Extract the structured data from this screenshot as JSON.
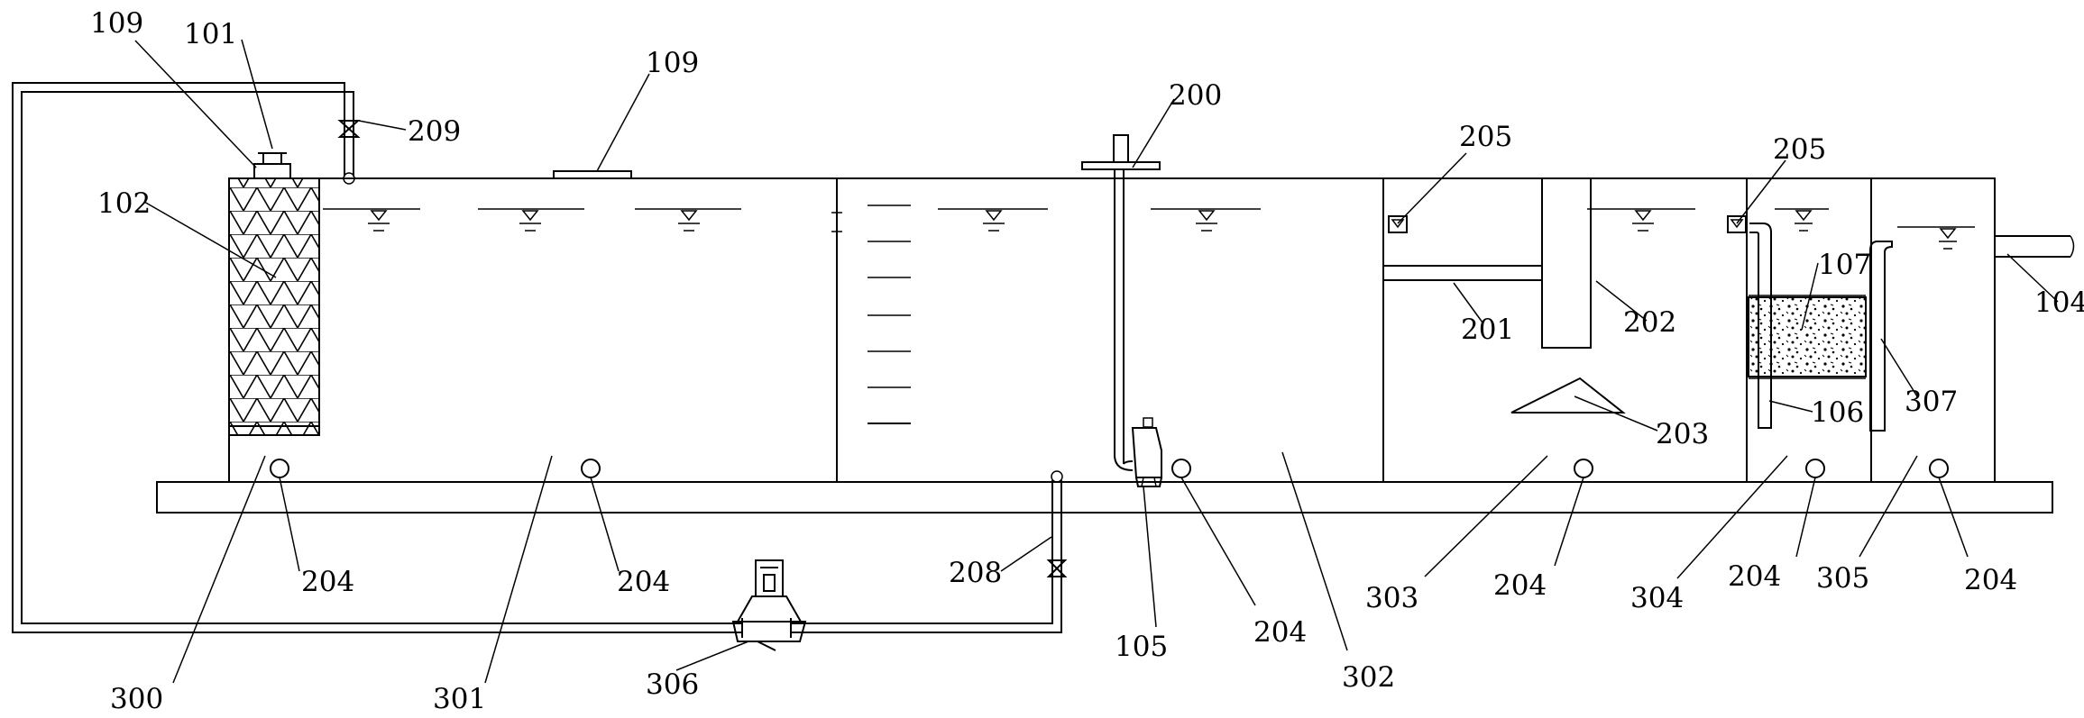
{
  "labels": {
    "l_109a": "109",
    "l_101": "101",
    "l_109b": "109",
    "l_209": "209",
    "l_102": "102",
    "l_200": "200",
    "l_205a": "205",
    "l_205b": "205",
    "l_107": "107",
    "l_104": "104",
    "l_201": "201",
    "l_202": "202",
    "l_307": "307",
    "l_106": "106",
    "l_203": "203",
    "l_204a": "204",
    "l_204b": "204",
    "l_204c": "204",
    "l_204d": "204",
    "l_204e": "204",
    "l_204f": "204",
    "l_208": "208",
    "l_303": "303",
    "l_304": "304",
    "l_305": "305",
    "l_105": "105",
    "l_302": "302",
    "l_300": "300",
    "l_301": "301",
    "l_306": "306"
  }
}
